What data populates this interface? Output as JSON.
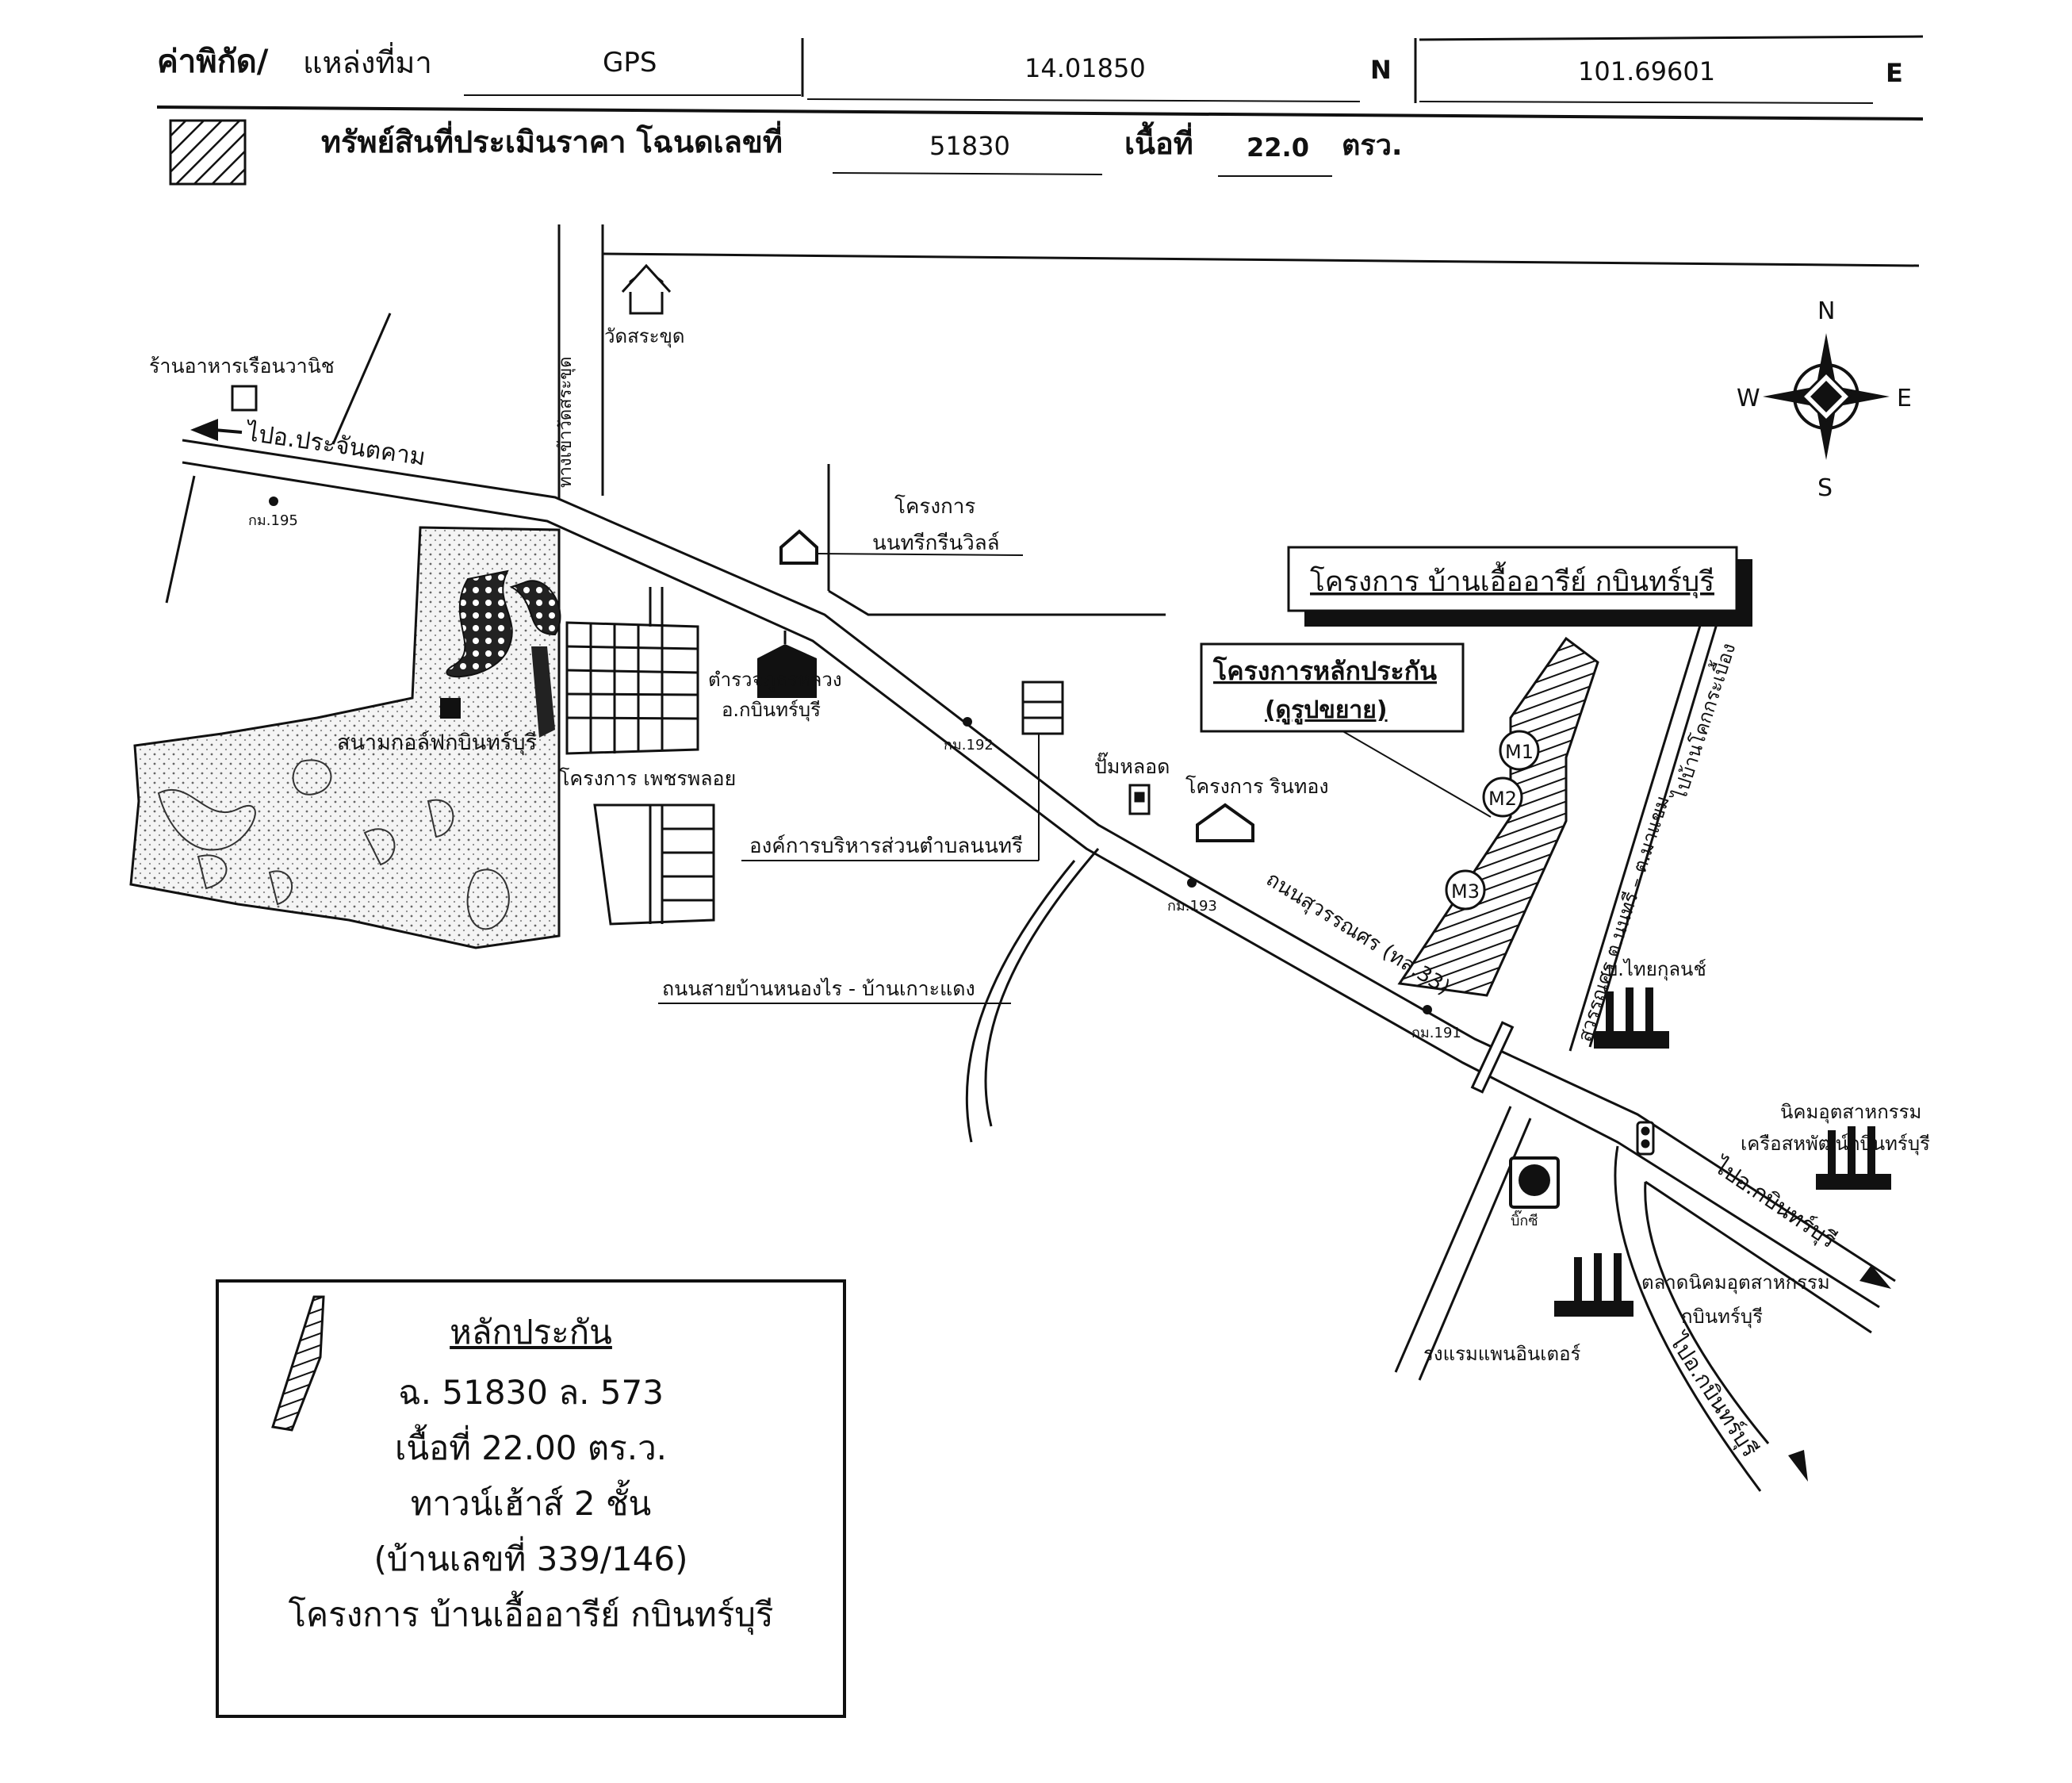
{
  "header": {
    "coord_label": "ค่าพิกัด/",
    "source_label": "แหล่งที่มา",
    "source_value": "GPS",
    "lat": "14.01850",
    "lat_dir": "N",
    "lon": "101.69601",
    "lon_dir": "E",
    "property_label": "ทรัพย์สินที่ประเมินราคา โฉนดเลขที่",
    "deed_no": "51830",
    "area_label": "เนื้อที่",
    "area_value": "22.0",
    "area_unit": "ตรว."
  },
  "compass": {
    "n": "N",
    "s": "S",
    "e": "E",
    "w": "W"
  },
  "map_labels": {
    "restaurant": "ร้านอาหารเรือนวานิช",
    "to_prachantakham": "ไปอ.ประจันตคาม",
    "km195": "กม.195",
    "wat_name": "วัดสระขุด",
    "wat_road": "ทางเข้าวัดสระขุด",
    "nonthree_1": "โครงการ",
    "nonthree_2": "นนทรีกรีนวิลล์",
    "police_1": "ตำรวจภูธรหลวง",
    "police_2": "อ.กบินทร์บุรี",
    "golf": "สนามกอล์ฟกบินทร์บุรี",
    "km192": "กม.192",
    "petchploy": "โครงการ เพชรพลอย",
    "lamp": "ปั๊มหลอด",
    "rinthong": "โครงการ รินทอง",
    "tambon_admin": "องค์การบริหารส่วนตำบลนนทรี",
    "km193": "กม.193",
    "suwannason": "ถนนสุวรรณศร (ทล.33)",
    "nongrai_road": "ถนนสายบ้านหนองไร - บ้านเกาะแดง",
    "km191": "กม.191",
    "project_title": "โครงการ บ้านเอื้ออารีย์ กบินทร์บุรี",
    "collateral_project_1": "โครงการหลักประกัน",
    "collateral_project_2": "(ดูรูปขยาย)",
    "m1": "M1",
    "m2": "M2",
    "m3": "M3",
    "to_ban_khok": "ไปบ้านโคกกระเบื้อง",
    "suwannason_side": "สุวรรณศร ต.นนทรี – ต.มาแขม",
    "thai_kulon": "บ.ไทยกุลนช์",
    "industrial_1": "นิคมอุตสาหกรรม",
    "industrial_2": "เครือสหพัฒน์กบินทร์บุรี",
    "to_kabin_1": "ไปอ.กบินทร์บุรี",
    "bigc": "บิ๊กซี",
    "market_1": "ตลาดนิคมอุตสาหกรรม",
    "market_2": "กบินทร์บุรี",
    "hotel": "รงแรมแพนอินเตอร์",
    "to_kabin_2": "ไปอ.กบินทร์บุรี"
  },
  "legend": {
    "title": "หลักประกัน",
    "line1": "ฉ. 51830 ล. 573",
    "line2": "เนื้อที่ 22.00 ตร.ว.",
    "line3": "ทาวน์เฮ้าส์ 2 ชั้น",
    "line4": "(บ้านเลขที่ 339/146)",
    "line5": "โครงการ บ้านเอื้ออารีย์ กบินทร์บุรี"
  }
}
